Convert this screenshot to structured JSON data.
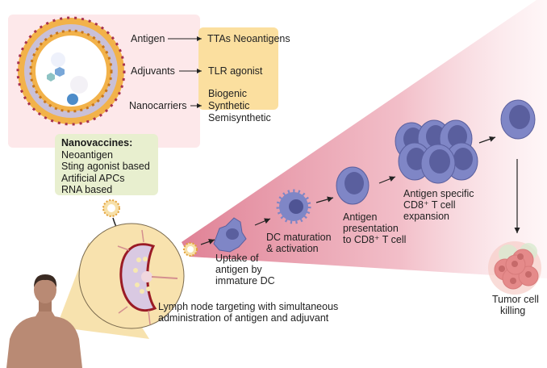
{
  "nanoparticle": {
    "components": [
      {
        "label": "Antigen",
        "target": "TTAs Neoantigens"
      },
      {
        "label": "Adjuvants",
        "target": "TLR agonist"
      },
      {
        "label": "Nanocarriers",
        "target_lines": [
          "Biogenic",
          "Synthetic",
          "Semisynthetic"
        ]
      }
    ]
  },
  "nanovaccines": {
    "title": "Nanovaccines:",
    "items": [
      "Neoantigen",
      "Sting agonist based",
      "Artificial APCs",
      "RNA based"
    ]
  },
  "steps": {
    "uptake": [
      "Uptake of",
      "antigen by",
      "immature DC"
    ],
    "maturation": [
      "DC maturation",
      "& activation"
    ],
    "presentation": [
      "Antigen",
      "presentation",
      "to CD8⁺ T cell"
    ],
    "expansion": [
      "Antigen specific",
      "CD8⁺ T cell",
      "expansion"
    ],
    "killing": [
      "Tumor cell",
      "killing"
    ]
  },
  "lymph_node_caption": [
    "Lymph node targeting with simultaneous",
    "administration of antigen and adjuvant"
  ],
  "colors": {
    "panel_pink": "#fde8ea",
    "panel_yellow": "#fbdf9f",
    "panel_green": "#e8efcf",
    "beam": "#e38a9a",
    "cell_outer": "#7f86c6",
    "cell_inner": "#5a5f9e",
    "tumor": "#e58a8a",
    "skin": "#b98a74",
    "lymph_bg": "#f8e2ae"
  }
}
